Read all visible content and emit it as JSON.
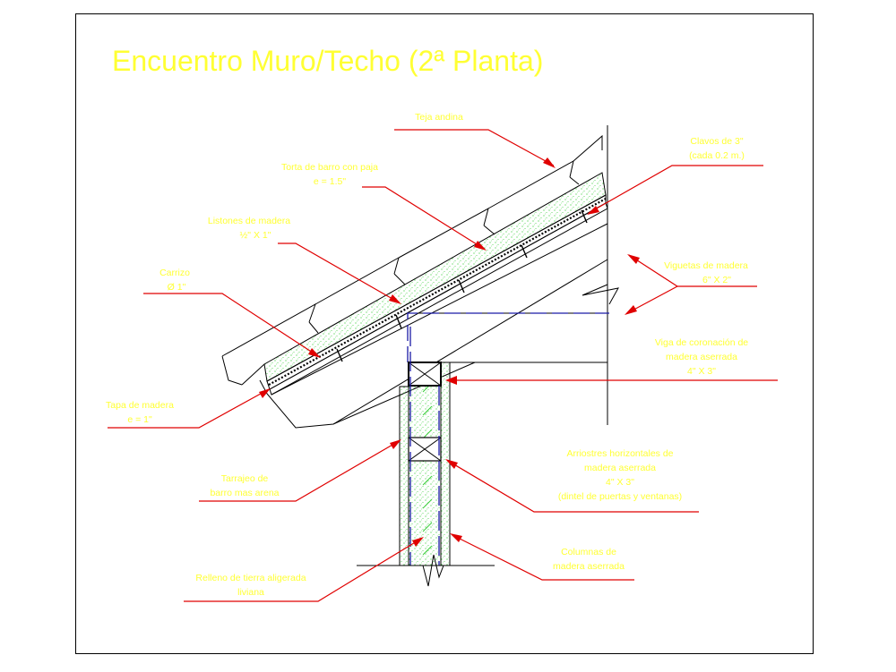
{
  "title": "Encuentro Muro/Techo (2ª Planta)",
  "labels": {
    "teja": "Teja andina",
    "torta_1": "Torta de barro con paja",
    "torta_2": "e = 1.5\"",
    "listones_1": "Listones de madera",
    "listones_2": "½\" X 1\"",
    "carrizo_1": "Carrizo",
    "carrizo_2": "Ø 1\"",
    "tapa_1": "Tapa de madera",
    "tapa_2": "e = 1\"",
    "clavos_1": "Clavos de 3\"",
    "clavos_2": "(cada 0.2 m.)",
    "viguetas_1": "Viguetas de madera",
    "viguetas_2": "6\" X 2\"",
    "viga_1": "Viga de coronación de",
    "viga_2": "madera aserrada",
    "viga_3": "4\" X 3\"",
    "arriostres_1": "Arriostres horizontales de",
    "arriostres_2": "madera aserrada",
    "arriostres_3": "4\" X 3\"",
    "arriostres_4": "(dintel de puertas y ventanas)",
    "tarrajeo_1": "Tarrajeo de",
    "tarrajeo_2": "barro mas arena",
    "relleno_1": "Relleno de tierra aligerada",
    "relleno_2": "liviana",
    "columnas_1": "Columnas de",
    "columnas_2": "madera aserrada"
  },
  "colors": {
    "label_text": "#ffff33",
    "leader": "#e00000",
    "hatch": "#33cc33",
    "hidden_line": "#1a1aa6",
    "drawing": "#000000"
  }
}
